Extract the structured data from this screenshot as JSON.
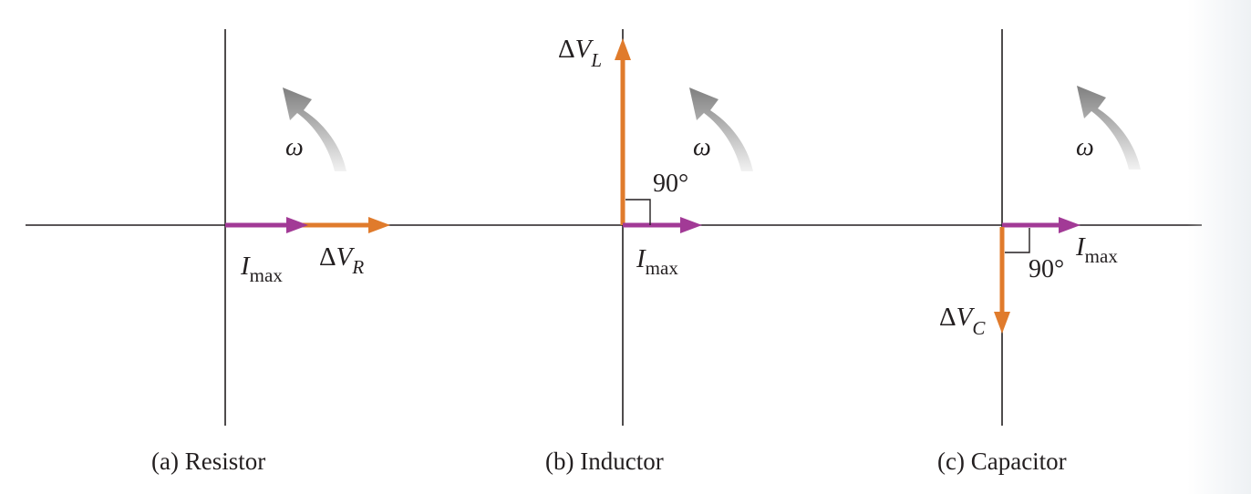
{
  "colors": {
    "axis": "#231f20",
    "current_phasor": "#a23a96",
    "voltage_phasor": "#e07b2c",
    "rotation_arrow": "#8e8e8e"
  },
  "panels": [
    {
      "caption": "(a) Resistor",
      "current_label": {
        "base": "I",
        "sub": "max"
      },
      "voltage_label": {
        "prefix": "Δ",
        "base": "V",
        "sub": "R"
      },
      "omega_label": "ω"
    },
    {
      "caption": "(b) Inductor",
      "current_label": {
        "base": "I",
        "sub": "max"
      },
      "voltage_label": {
        "prefix": "Δ",
        "base": "V",
        "sub": "L"
      },
      "angle_label": "90°",
      "omega_label": "ω"
    },
    {
      "caption": "(c) Capacitor",
      "current_label": {
        "base": "I",
        "sub": "max"
      },
      "voltage_label": {
        "prefix": "Δ",
        "base": "V",
        "sub": "C"
      },
      "angle_label": "90°",
      "omega_label": "ω"
    }
  ]
}
